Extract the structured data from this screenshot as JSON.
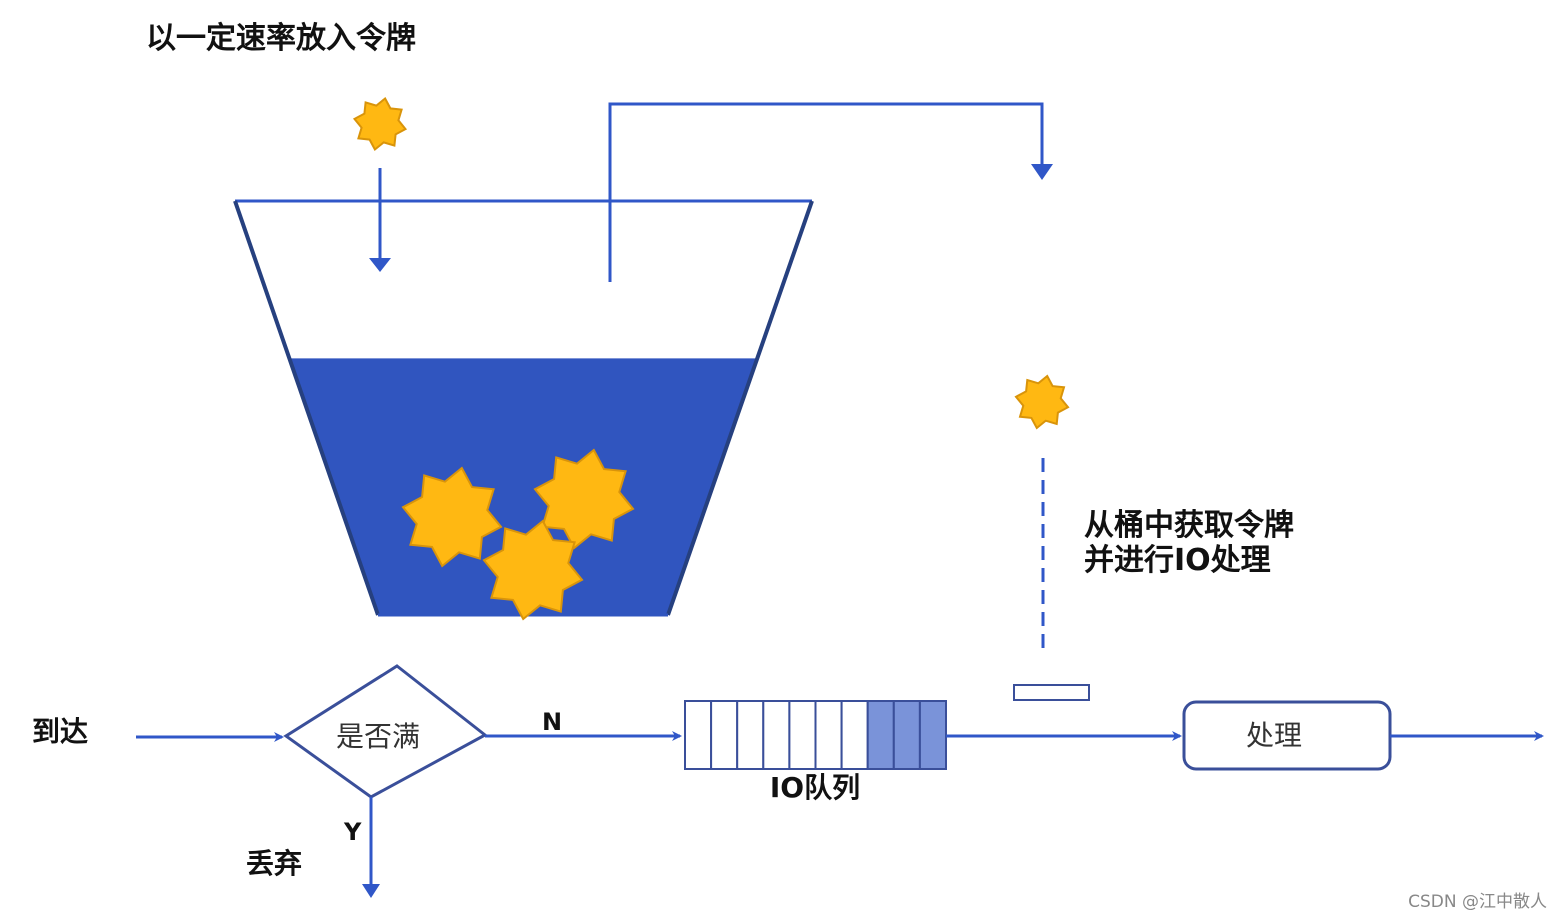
{
  "diagram": {
    "title": "令牌桶算法",
    "labels": {
      "put_tokens": "以一定速率放入令牌",
      "get_token_line1": "从桶中获取令牌",
      "get_token_line2": "并进行IO处理",
      "arrive": "到达",
      "decision": "是否满",
      "branch_no": "N",
      "branch_yes": "Y",
      "discard": "丢弃",
      "io_queue": "IO队列",
      "process": "处理"
    },
    "bucket": {
      "tokens_in_bucket": 3,
      "fill_fraction": 0.62
    },
    "io_queue": {
      "total_slots": 10,
      "filled_slots": 3
    },
    "colors": {
      "line": "#3057c8",
      "bucket_fill": "#3055bf",
      "token_fill": "#ffb812",
      "token_stroke": "#d9940a",
      "queue_filled": "#7a93d9",
      "queue_border": "#3a4f9a",
      "text": "#111111"
    },
    "watermark": "CSDN @江中散人"
  }
}
